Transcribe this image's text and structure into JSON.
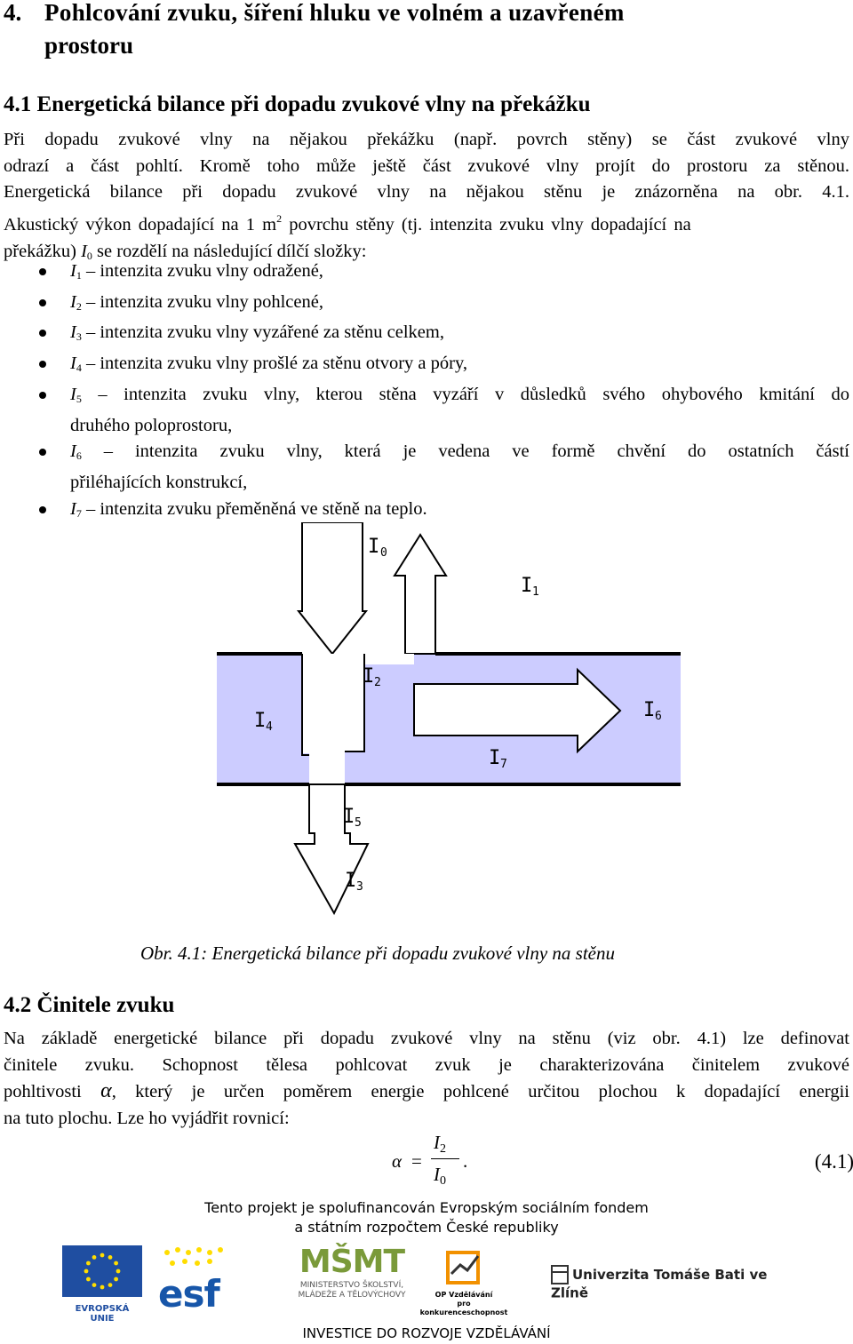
{
  "section": {
    "number": "4.",
    "title_line1": "Pohlcování zvuku, šíření hluku ve volném a uzavřeném",
    "title_line2": "prostoru"
  },
  "subsection1": {
    "title": "4.1 Energetická bilance při dopadu zvukové vlny na překážku"
  },
  "intro": {
    "line1": "Při dopadu zvukové vlny na nějakou překážku (např. povrch stěny) se část zvukové vlny",
    "line2": "odrazí a část pohltí. Kromě toho může ještě část zvukové vlny projít do prostoru za stěnou.",
    "line3": "Energetická bilance při dopadu zvukové vlny na nějakou stěnu je znázorněna na obr. 4.1.",
    "line4a": "Akustický výkon dopadající na 1 m",
    "line4_sup": "2",
    "line4b": " povrchu stěny (tj. intenzita zvuku vlny dopadající na",
    "line5a": "překážku) ",
    "line5_sym": "I",
    "line5_sub": "0",
    "line5b": " se rozdělí na následující dílčí složky:"
  },
  "components": [
    {
      "sym": "I",
      "sub": "1",
      "text": " – intenzita zvuku vlny odražené,"
    },
    {
      "sym": "I",
      "sub": "2",
      "text": " – intenzita zvuku vlny pohlcené,"
    },
    {
      "sym": "I",
      "sub": "3",
      "text": " – intenzita zvuku vlny vyzářené za stěnu celkem,"
    },
    {
      "sym": "I",
      "sub": "4",
      "text": " – intenzita zvuku vlny prošlé za stěnu otvory a póry,"
    },
    {
      "sym": "I",
      "sub": "5",
      "text": " – intenzita zvuku vlny, kterou stěna vyzáří v důsledků svého ohybového kmitání do",
      "cont": "druhého poloprostoru,"
    },
    {
      "sym": "I",
      "sub": "6",
      "text": " – intenzita zvuku vlny, která je vedena ve formě chvění do ostatních částí",
      "cont": "přiléhajících konstrukcí,"
    },
    {
      "sym": "I",
      "sub": "7",
      "text": " – intenzita zvuku přeměněná ve stěně na teplo."
    }
  ],
  "figure": {
    "labels": [
      "I0",
      "I1",
      "I2",
      "I3",
      "I4",
      "I5",
      "I6",
      "I7"
    ],
    "wall_color": "#ccccff",
    "caption": "Obr. 4.1: Energetická bilance při dopadu zvukové vlny na stěnu"
  },
  "subsection2": {
    "title": "4.2 Činitele zvuku"
  },
  "body2": {
    "line1": "Na základě energetické bilance při dopadu zvukové vlny na stěnu (viz obr. 4.1) lze definovat",
    "line2": "činitele zvuku. Schopnost tělesa pohlcovat zvuk je charakterizována činitelem zvukové",
    "line3a": "pohltivosti ",
    "line3_alpha": "α",
    "line3b": ", který je určen poměrem energie pohlcené určitou plochou k dopadající energii",
    "line4": "na tuto plochu. Lze ho vyjádřit rovnicí:"
  },
  "formula": {
    "lhs": "α",
    "eq": "=",
    "num": "I",
    "num_sub": "2",
    "den": "I",
    "den_sub": "0",
    "dot": ".",
    "ref": "(4.1)"
  },
  "footer": {
    "line1": "Tento projekt je spolufinancován Evropským sociálním fondem",
    "line2": "a státním rozpočtem České republiky",
    "eu_label": "EVROPSKÁ UNIE",
    "esf_label": "esf",
    "msmt_logo": "MŠMT",
    "msmt_label1": "MINISTERSTVO ŠKOLSTVÍ,",
    "msmt_label2": "MLÁDEŽE A TĚLOVÝCHOVY",
    "op_label1": "OP Vzdělávání",
    "op_label2": "pro konkurenceschopnost",
    "utb_label": "Univerzita Tomáše Bati ve Zlíně",
    "bottom": "INVESTICE DO ROZVOJE VZDĚLÁVÁNÍ",
    "eu_blue": "#1f4ea1",
    "eu_yellow": "#ffdd00",
    "esf_blue": "#1756a9"
  }
}
